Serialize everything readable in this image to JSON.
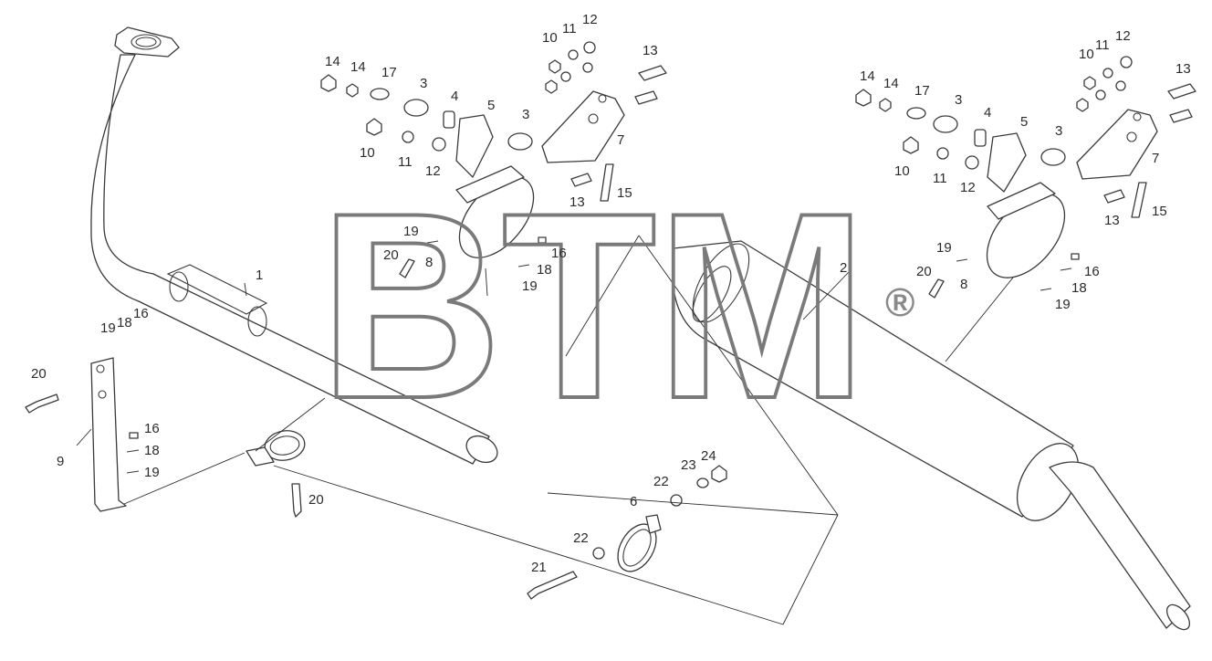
{
  "watermark": {
    "text": "BTM",
    "registered_mark": "®",
    "color": "#7a7a7a"
  },
  "callouts": {
    "c1": "1",
    "c2": "2",
    "c3a": "3",
    "c3b": "3",
    "c3c": "3",
    "c3d": "3",
    "c4a": "4",
    "c4b": "4",
    "c5a": "5",
    "c5b": "5",
    "c6": "6",
    "c7a": "7",
    "c7b": "7",
    "c8a": "8",
    "c8b": "8",
    "c9": "9",
    "c10a": "10",
    "c10b": "10",
    "c10c": "10",
    "c10d": "10",
    "c11a": "11",
    "c11b": "11",
    "c11c": "11",
    "c11d": "11",
    "c12a": "12",
    "c12b": "12",
    "c12c": "12",
    "c12d": "12",
    "c13a": "13",
    "c13b": "13",
    "c13c": "13",
    "c13d": "13",
    "c14a": "14",
    "c14b": "14",
    "c14c": "14",
    "c14d": "14",
    "c15a": "15",
    "c15b": "15",
    "c16a": "16",
    "c16b": "16",
    "c16c": "16",
    "c16d": "16",
    "c17a": "17",
    "c17b": "17",
    "c18a": "18",
    "c18b": "18",
    "c18c": "18",
    "c18d": "18",
    "c19a": "19",
    "c19b": "19",
    "c19c": "19",
    "c19d": "19",
    "c19e": "19",
    "c19f": "19",
    "c20a": "20",
    "c20b": "20",
    "c20c": "20",
    "c20d": "20",
    "c21": "21",
    "c22a": "22",
    "c22b": "22",
    "c23": "23",
    "c24": "24"
  },
  "colors": {
    "line": "#3a3a3a",
    "background": "#ffffff",
    "watermark": "#7a7a7a"
  }
}
